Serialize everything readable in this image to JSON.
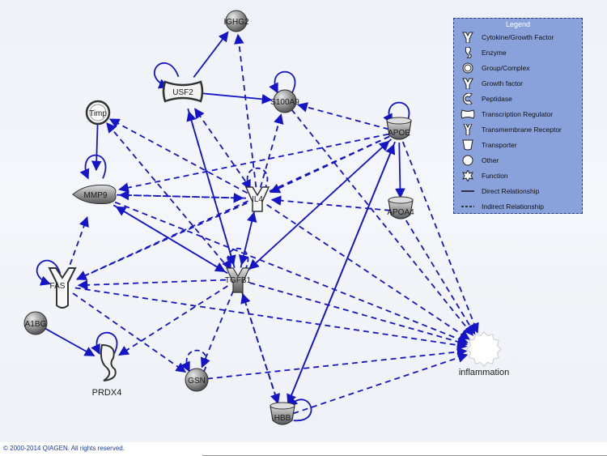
{
  "nodes": [
    {
      "id": "ighg2",
      "label": "IGHG2",
      "shape": "group"
    },
    {
      "id": "usf2",
      "label": "USF2",
      "shape": "transcription"
    },
    {
      "id": "s100a9",
      "label": "S100A9",
      "shape": "other"
    },
    {
      "id": "timp",
      "label": "Timp",
      "shape": "group"
    },
    {
      "id": "mmp9",
      "label": "MMP9",
      "shape": "peptidase"
    },
    {
      "id": "il4",
      "label": "IL4",
      "shape": "cytokine"
    },
    {
      "id": "apoe",
      "label": "APOE",
      "shape": "transporter"
    },
    {
      "id": "apoa4",
      "label": "APOA4",
      "shape": "transporter"
    },
    {
      "id": "fas",
      "label": "FAS",
      "shape": "receptor"
    },
    {
      "id": "tgfb1",
      "label": "TGFB1",
      "shape": "growth"
    },
    {
      "id": "a1bg",
      "label": "A1BG",
      "shape": "other"
    },
    {
      "id": "prdx4",
      "label": "PRDX4",
      "shape": "enzyme"
    },
    {
      "id": "gsn",
      "label": "GSN",
      "shape": "other"
    },
    {
      "id": "hbb",
      "label": "HBB",
      "shape": "transporter"
    },
    {
      "id": "inflammation",
      "label": "inflammation",
      "shape": "function"
    }
  ],
  "edges": [
    {
      "from": "usf2",
      "to": "ighg2",
      "style": "direct"
    },
    {
      "from": "usf2",
      "to": "s100a9",
      "style": "direct"
    },
    {
      "from": "usf2",
      "to": "tgfb1",
      "style": "direct"
    },
    {
      "from": "timp",
      "to": "mmp9",
      "style": "direct"
    },
    {
      "from": "mmp9",
      "to": "tgfb1",
      "style": "direct"
    },
    {
      "from": "a1bg",
      "to": "prdx4",
      "style": "direct"
    },
    {
      "from": "apoe",
      "to": "apoa4",
      "style": "direct"
    },
    {
      "from": "apoe",
      "to": "hbb",
      "style": "direct"
    },
    {
      "from": "hbb",
      "to": "apoe",
      "style": "direct"
    },
    {
      "from": "il4",
      "to": "ighg2",
      "style": "indirect"
    },
    {
      "from": "il4",
      "to": "usf2",
      "style": "indirect"
    },
    {
      "from": "il4",
      "to": "s100a9",
      "style": "indirect"
    },
    {
      "from": "il4",
      "to": "mmp9",
      "style": "indirect"
    },
    {
      "from": "il4",
      "to": "timp",
      "style": "indirect"
    },
    {
      "from": "il4",
      "to": "fas",
      "style": "indirect"
    },
    {
      "from": "il4",
      "to": "tgfb1",
      "style": "indirect"
    },
    {
      "from": "il4",
      "to": "inflammation",
      "style": "indirect"
    },
    {
      "from": "apoe",
      "to": "s100a9",
      "style": "indirect"
    },
    {
      "from": "apoe",
      "to": "mmp9",
      "style": "indirect"
    },
    {
      "from": "apoe",
      "to": "il4",
      "style": "indirect"
    },
    {
      "from": "apoe",
      "to": "tgfb1",
      "style": "indirect"
    },
    {
      "from": "apoe",
      "to": "fas",
      "style": "indirect"
    },
    {
      "from": "apoe",
      "to": "inflammation",
      "style": "indirect"
    },
    {
      "from": "apoa4",
      "to": "il4",
      "style": "indirect"
    },
    {
      "from": "apoa4",
      "to": "inflammation",
      "style": "indirect"
    },
    {
      "from": "s100a9",
      "to": "inflammation",
      "style": "indirect"
    },
    {
      "from": "tgfb1",
      "to": "usf2",
      "style": "indirect"
    },
    {
      "from": "tgfb1",
      "to": "il4",
      "style": "indirect"
    },
    {
      "from": "tgfb1",
      "to": "mmp9",
      "style": "indirect"
    },
    {
      "from": "tgfb1",
      "to": "timp",
      "style": "indirect"
    },
    {
      "from": "tgfb1",
      "to": "fas",
      "style": "indirect"
    },
    {
      "from": "tgfb1",
      "to": "prdx4",
      "style": "indirect"
    },
    {
      "from": "tgfb1",
      "to": "gsn",
      "style": "indirect"
    },
    {
      "from": "tgfb1",
      "to": "hbb",
      "style": "indirect"
    },
    {
      "from": "tgfb1",
      "to": "apoe",
      "style": "indirect"
    },
    {
      "from": "tgfb1",
      "to": "inflammation",
      "style": "indirect"
    },
    {
      "from": "mmp9",
      "to": "il4",
      "style": "indirect"
    },
    {
      "from": "mmp9",
      "to": "inflammation",
      "style": "indirect"
    },
    {
      "from": "fas",
      "to": "mmp9",
      "style": "indirect"
    },
    {
      "from": "fas",
      "to": "gsn",
      "style": "indirect"
    },
    {
      "from": "fas",
      "to": "inflammation",
      "style": "indirect"
    },
    {
      "from": "gsn",
      "to": "inflammation",
      "style": "indirect"
    },
    {
      "from": "hbb",
      "to": "inflammation",
      "style": "indirect"
    },
    {
      "from": "hbb",
      "to": "tgfb1",
      "style": "indirect"
    }
  ],
  "self_loops": [
    {
      "node": "usf2",
      "style": "direct"
    },
    {
      "node": "s100a9",
      "style": "direct"
    },
    {
      "node": "mmp9",
      "style": "direct"
    },
    {
      "node": "fas",
      "style": "direct"
    },
    {
      "node": "prdx4",
      "style": "direct"
    },
    {
      "node": "apoe",
      "style": "direct"
    },
    {
      "node": "hbb",
      "style": "direct"
    },
    {
      "node": "il4",
      "style": "indirect"
    },
    {
      "node": "tgfb1",
      "style": "indirect"
    },
    {
      "node": "gsn",
      "style": "indirect"
    }
  ],
  "legend": {
    "title": "Legend",
    "items": [
      {
        "icon": "cytokine",
        "label": "Cytokine/Growth Factor"
      },
      {
        "icon": "enzyme",
        "label": "Enzyme"
      },
      {
        "icon": "group",
        "label": "Group/Complex"
      },
      {
        "icon": "growth",
        "label": "Growth factor"
      },
      {
        "icon": "peptidase",
        "label": "Peptidase"
      },
      {
        "icon": "transcription",
        "label": "Transcription Regulator"
      },
      {
        "icon": "receptor",
        "label": "Transmembrane Receptor"
      },
      {
        "icon": "transporter",
        "label": "Transporter"
      },
      {
        "icon": "other",
        "label": "Other"
      },
      {
        "icon": "function",
        "label": "Function"
      },
      {
        "icon": "line-direct",
        "label": "Direct Relationship"
      },
      {
        "icon": "line-indirect",
        "label": "Indirect Relationship"
      }
    ]
  },
  "colors": {
    "edge": "#1515c8",
    "node_fill": "#9a9a9a",
    "node_light": "#f2f2f2",
    "legend_bg": "#8aa2dc"
  },
  "footer": "© 2000-2014 QIAGEN. All rights reserved."
}
